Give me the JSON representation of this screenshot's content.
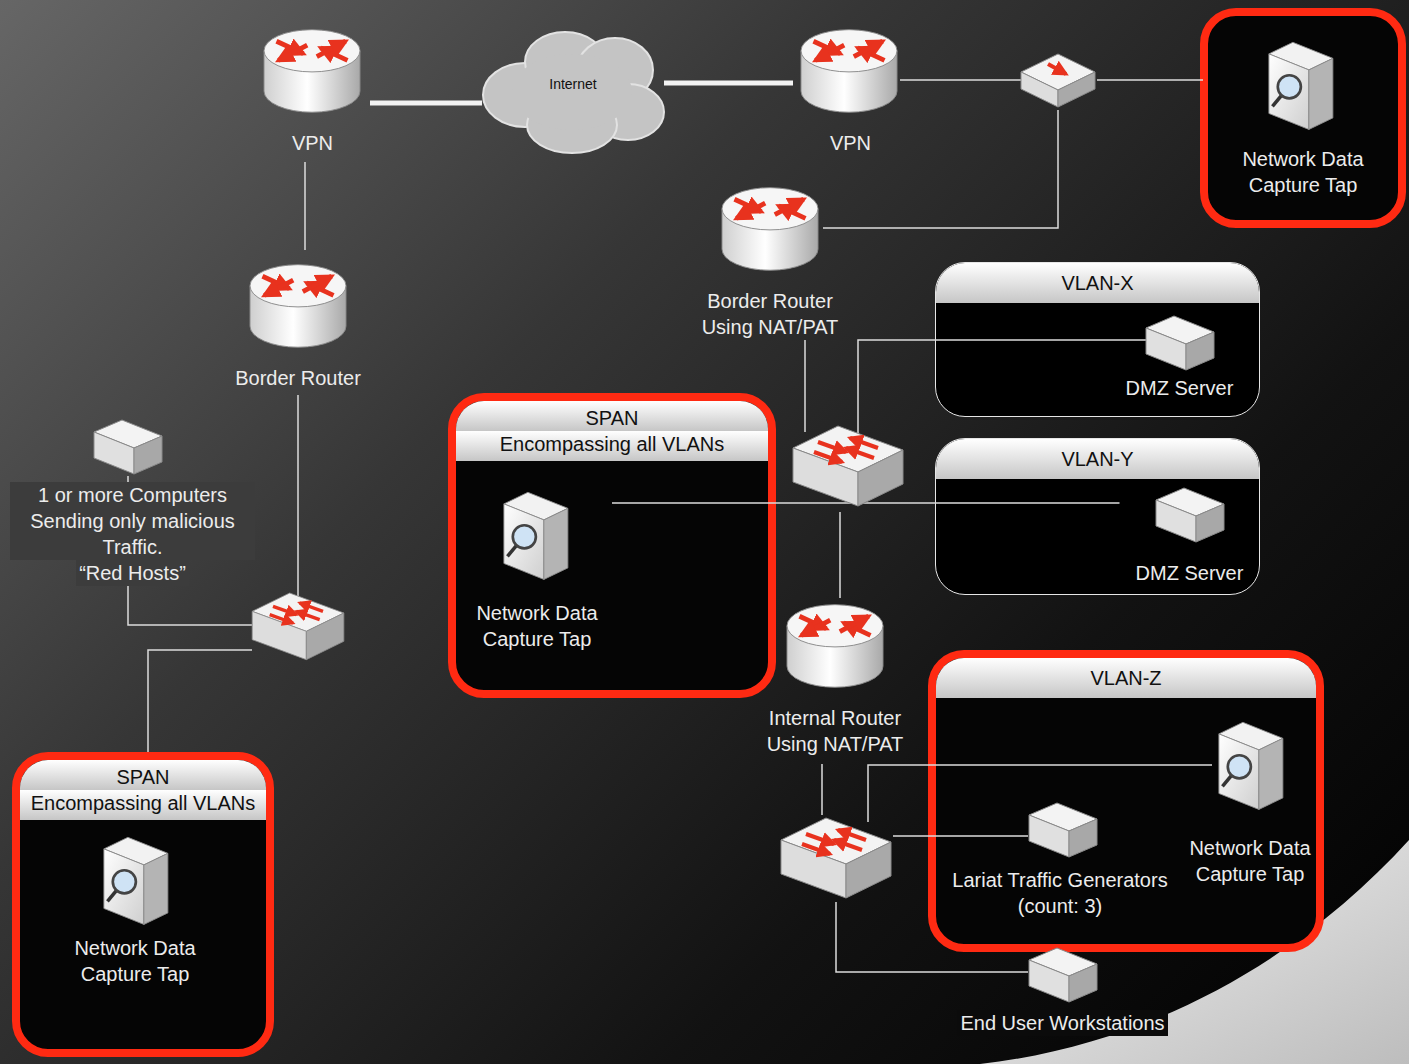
{
  "diagram": {
    "nodes": [
      {
        "text": [
          "VPN"
        ]
      },
      {
        "text": [
          "Internet"
        ]
      },
      {
        "text": [
          "VPN"
        ]
      },
      {
        "text": [
          "Network Data Capture Tap"
        ]
      },
      {
        "text": [
          "Border Router"
        ]
      },
      {
        "text": [
          "Border Router Using NAT/PAT"
        ]
      },
      {
        "text": [
          "VLAN-X"
        ]
      },
      {
        "text": [
          "DMZ Server"
        ],
        "in": 6
      },
      {
        "text": [
          "SPAN",
          "Encompassing all VLANs"
        ]
      },
      {
        "text": [
          "Network Data Capture Tap"
        ],
        "in": 8
      },
      {
        "text": [
          "VLAN-Y"
        ]
      },
      {
        "text": [
          "DMZ Server"
        ],
        "in": 10
      },
      {
        "text": [
          "1 or more Computers Sending only malicious Traffic.",
          "“Red Hosts”"
        ]
      },
      {
        "text": [
          "Internal Router Using NAT/PAT"
        ]
      },
      {
        "text": [
          "VLAN-Z"
        ]
      },
      {
        "text": [
          "Network Data Capture Tap"
        ],
        "in": 14
      },
      {
        "text": [
          "Lariat Traffic Generators",
          "(count: 3)"
        ],
        "in": 14
      },
      {
        "text": [
          "SPAN",
          "Encompassing all VLANs"
        ]
      },
      {
        "text": [
          "Network Data Capture Tap"
        ],
        "in": 17
      },
      {
        "text": [
          "End User Workstations"
        ]
      }
    ],
    "edges": [
      {
        "from": 0,
        "to": 1,
        "arrow": "none"
      },
      {
        "from": 1,
        "to": 2,
        "arrow": "none"
      },
      {
        "from": 0,
        "to": 4,
        "arrow": "none"
      },
      {
        "from": 9,
        "to": 11,
        "arrow": "none"
      }
    ]
  }
}
